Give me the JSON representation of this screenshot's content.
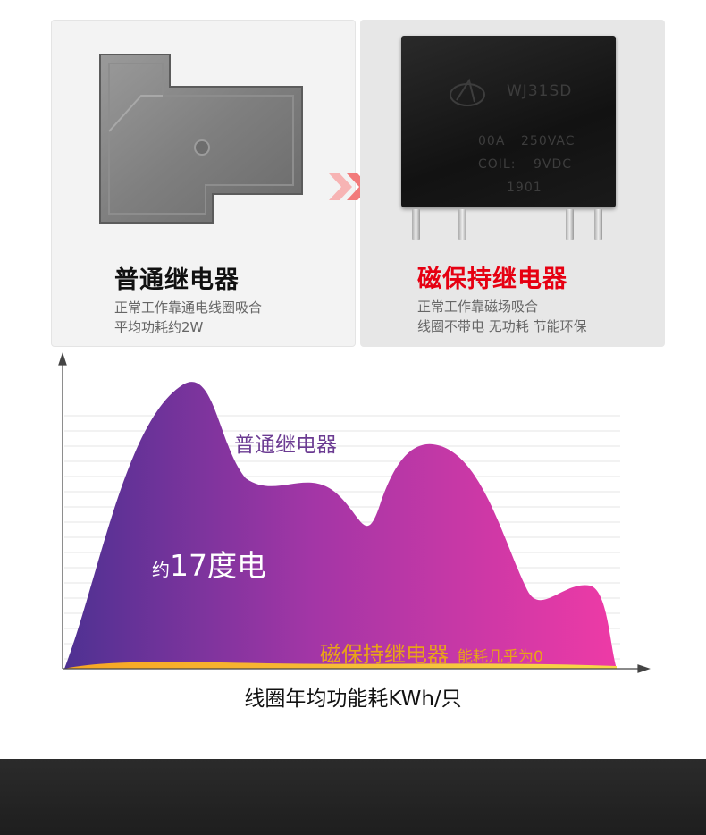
{
  "cards": {
    "normal": {
      "title": "普通继电器",
      "desc_line1": "正常工作靠通电线圈吸合",
      "desc_line2": "平均功耗约2W"
    },
    "magnetic": {
      "title": "磁保持继电器",
      "desc_line1": "正常工作靠磁场吸合",
      "desc_line2": "线圈不带电 无功耗 节能环保"
    }
  },
  "relay_marking": {
    "model": "WJ31SD",
    "rating_current": "00A",
    "rating_voltage": "250VAC",
    "coil_label": "COIL:",
    "coil_voltage": "9VDC",
    "code": "1901"
  },
  "chart_data": {
    "type": "area",
    "series": [
      {
        "name": "普通继电器"
      },
      {
        "name": "磁保持继电器"
      }
    ],
    "annotations": {
      "normal_value_prefix": "约",
      "normal_value": "17度电",
      "magnetic_note": "能耗几乎为0"
    },
    "xlabel": "线圈年均功能耗KWh/只",
    "grid": true
  },
  "colors": {
    "accent_red": "#e60012",
    "purple": "#5b3590",
    "magenta": "#e83aa8",
    "orange": "#f7a623",
    "yellow": "#f7d13a"
  }
}
